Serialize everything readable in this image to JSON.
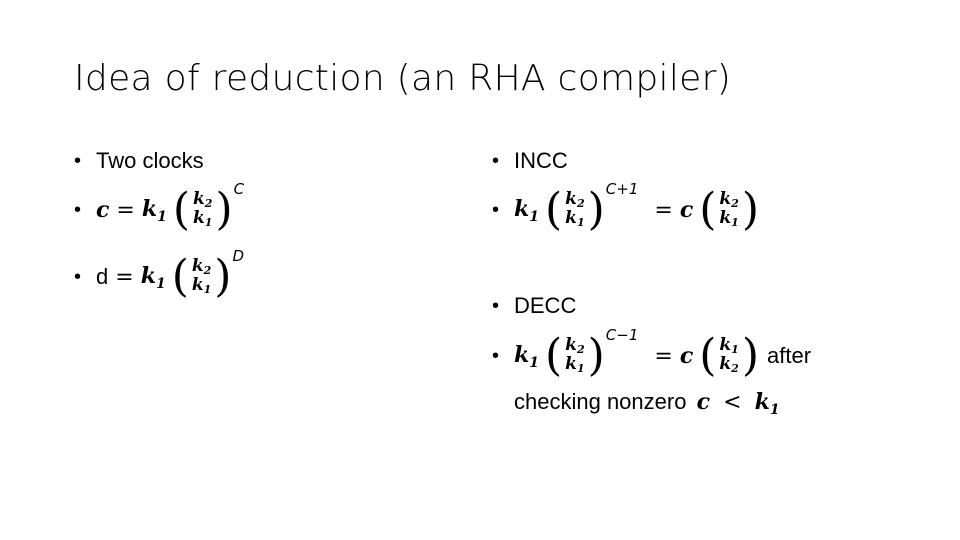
{
  "title": "Idea of reduction (an RHA compiler)",
  "bullet": "•",
  "left": {
    "item1": "Two clocks",
    "item2": {
      "lhs": "c",
      "eq": "=",
      "k": "k",
      "k_sub": "1",
      "num": "k",
      "num_sub": "2",
      "den": "k",
      "den_sub": "1",
      "exp": "C"
    },
    "item3": {
      "lhs": "d",
      "eq": "=",
      "k": "k",
      "k_sub": "1",
      "num": "k",
      "num_sub": "2",
      "den": "k",
      "den_sub": "1",
      "exp": "D"
    }
  },
  "right": {
    "incc_label": "INCC",
    "incc": {
      "k": "k",
      "k_sub": "1",
      "num": "k",
      "num_sub": "2",
      "den": "k",
      "den_sub": "1",
      "exp": "C+1",
      "eq": "=",
      "c": "c",
      "r_num": "k",
      "r_num_sub": "2",
      "r_den": "k",
      "r_den_sub": "1"
    },
    "decc_label": "DECC",
    "decc": {
      "k": "k",
      "k_sub": "1",
      "num": "k",
      "num_sub": "2",
      "den": "k",
      "den_sub": "1",
      "exp": "C−1",
      "eq": "=",
      "c": "c",
      "r_num": "k",
      "r_num_sub": "1",
      "r_den": "k",
      "r_den_sub": "2",
      "after": "after",
      "checking": "checking nonzero",
      "cond_c": "c",
      "lt": "<",
      "cond_k": "k",
      "cond_k_sub": "1"
    }
  }
}
